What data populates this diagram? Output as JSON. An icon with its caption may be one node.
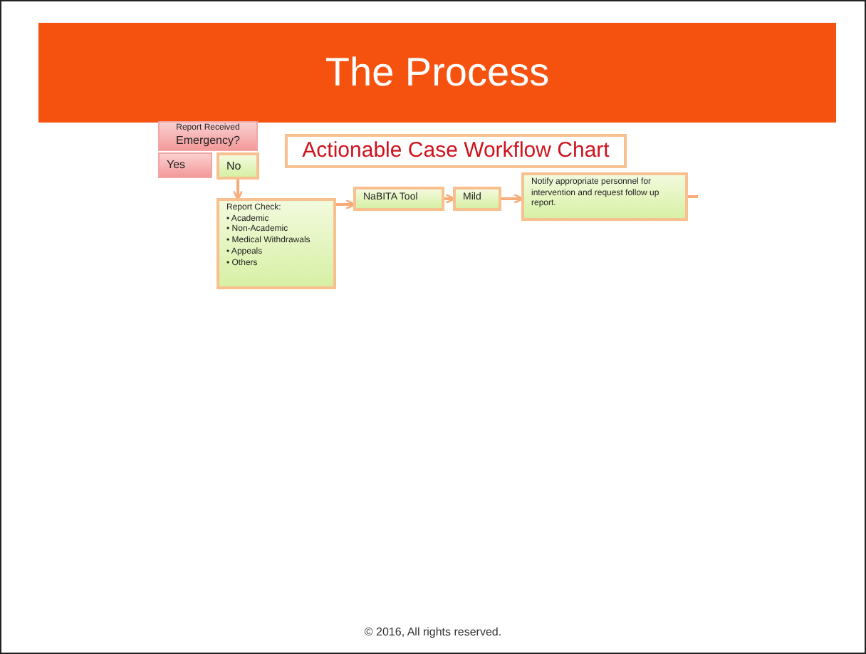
{
  "diagram": {
    "title": "The Process",
    "nodes": [
      {
        "text": [
          "Report Received",
          "Emergency?"
        ]
      },
      {
        "text": [
          "Yes"
        ]
      },
      {
        "text": [
          "No"
        ]
      },
      {
        "text": [
          "Report Check:",
          "• Academic",
          "• Non-Academic",
          "• Medical Withdrawals",
          "• Appeals",
          "• Others"
        ]
      },
      {
        "text": [
          "NaBITA Tool"
        ]
      },
      {
        "text": [
          "Mild"
        ]
      },
      {
        "text": [
          "Notify appropriate personnel for intervention and request follow up report."
        ]
      },
      {
        "text": [
          "Actionable Case Workflow Chart"
        ]
      }
    ],
    "edges": [
      {
        "from": 2,
        "to": 3,
        "arrow": "to"
      },
      {
        "from": 3,
        "to": 4,
        "arrow": "to"
      },
      {
        "from": 4,
        "to": 5,
        "arrow": "to"
      },
      {
        "from": 5,
        "to": 6,
        "arrow": "to"
      },
      {
        "from": 6,
        "to": null,
        "arrow": "none"
      }
    ],
    "labels": [
      "© 2016, All rights reserved."
    ]
  }
}
